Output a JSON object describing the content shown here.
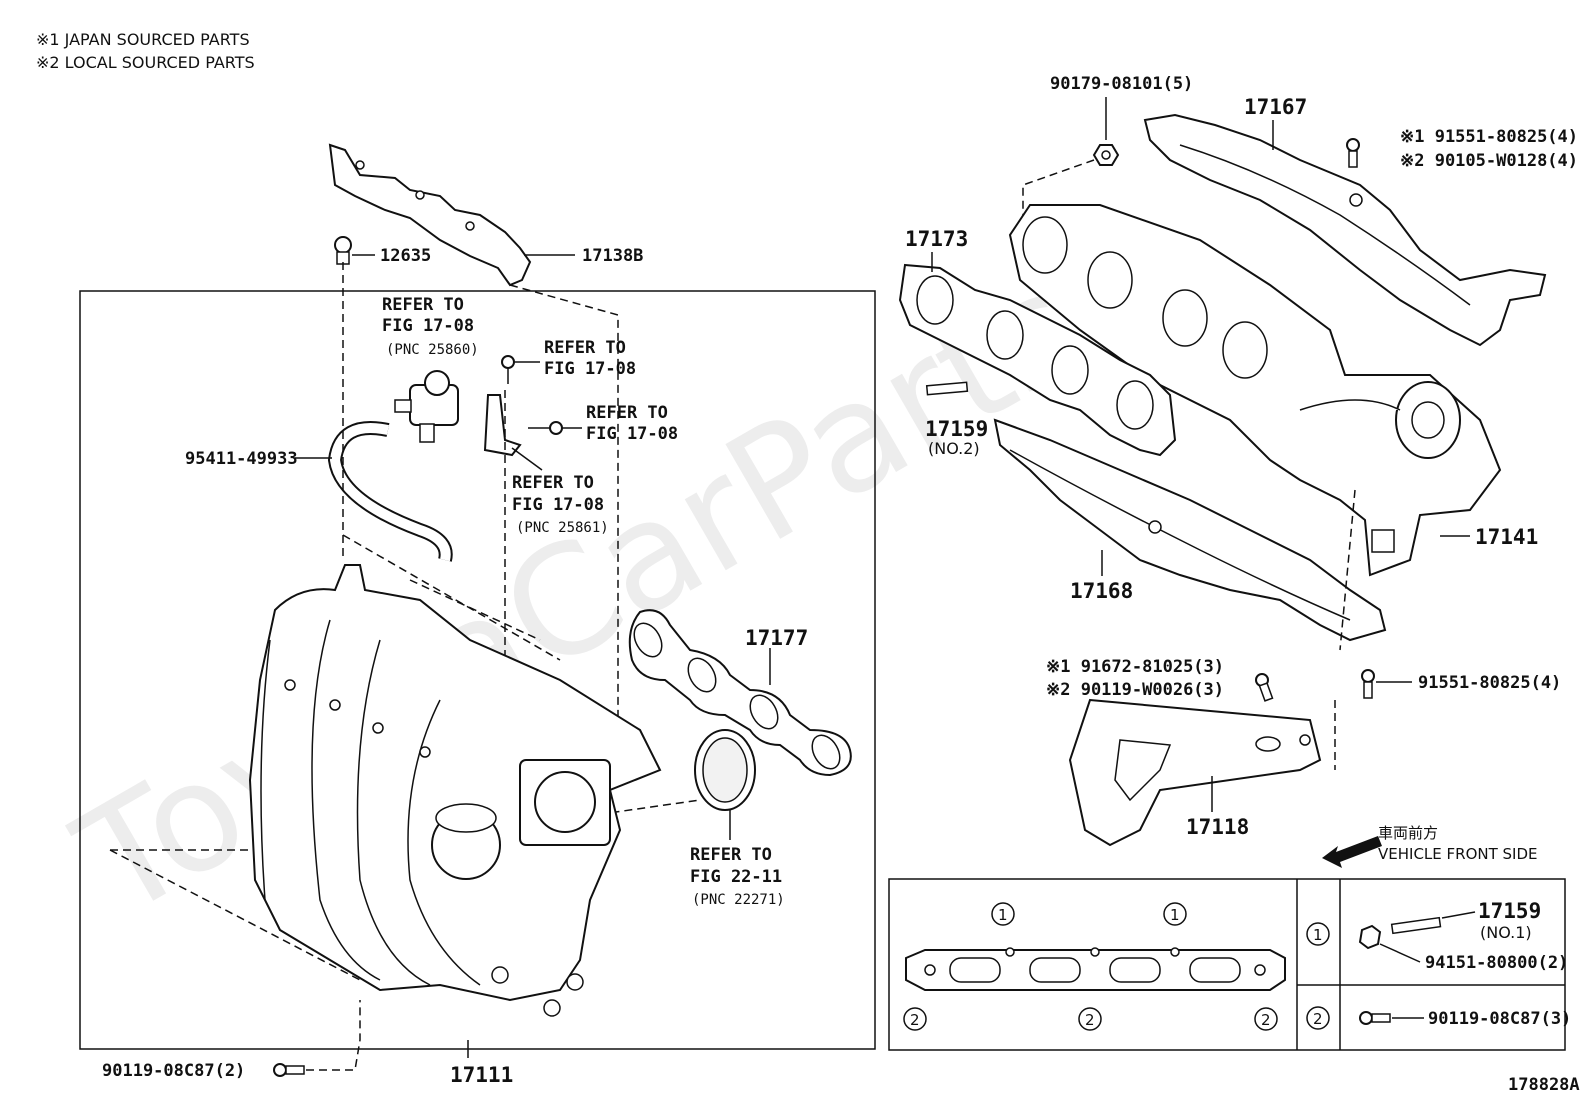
{
  "notes": {
    "japan": "※1 JAPAN SOURCED PARTS",
    "local": "※2 LOCAL SOURCED PARTS"
  },
  "watermark": "ToyotaCarParts",
  "labels": {
    "p12635": "12635",
    "p17138b": "17138B",
    "refer_a_1": "REFER TO",
    "refer_a_2": "FIG 17-08",
    "refer_a_3": "(PNC 25860)",
    "refer_b_1": "REFER TO",
    "refer_b_2": "FIG 17-08",
    "refer_c_1": "REFER TO",
    "refer_c_2": "FIG 17-08",
    "refer_d_1": "REFER TO",
    "refer_d_2": "FIG 17-08",
    "refer_d_3": "(PNC 25861)",
    "p95411": "95411-49933",
    "p17177": "17177",
    "refer_e_1": "REFER TO",
    "refer_e_2": "FIG 22-11",
    "refer_e_3": "(PNC 22271)",
    "p90119_2": "90119-08C87(2)",
    "p17111": "17111",
    "p90179": "90179-08101(5)",
    "p17167": "17167",
    "p91551_a": "※1 91551-80825(4)",
    "p90105": "※2 90105-W0128(4)",
    "p17173": "17173",
    "p17159_no2": "17159",
    "no2": "(NO.2)",
    "p17141": "17141",
    "p17168": "17168",
    "p91672": "※1 91672-81025(3)",
    "p90119_w": "※2 90119-W0026(3)",
    "p91551_b": "91551-80825(4)",
    "p17118": "17118",
    "front_jp": "車両前方",
    "front_en": "VEHICLE FRONT SIDE",
    "p17159_no1": "17159",
    "no1": "(NO.1)",
    "p94151": "94151-80800(2)",
    "p90119_3": "90119-08C87(3)",
    "code": "178828A"
  },
  "callouts": {
    "one": "1",
    "two": "2"
  }
}
